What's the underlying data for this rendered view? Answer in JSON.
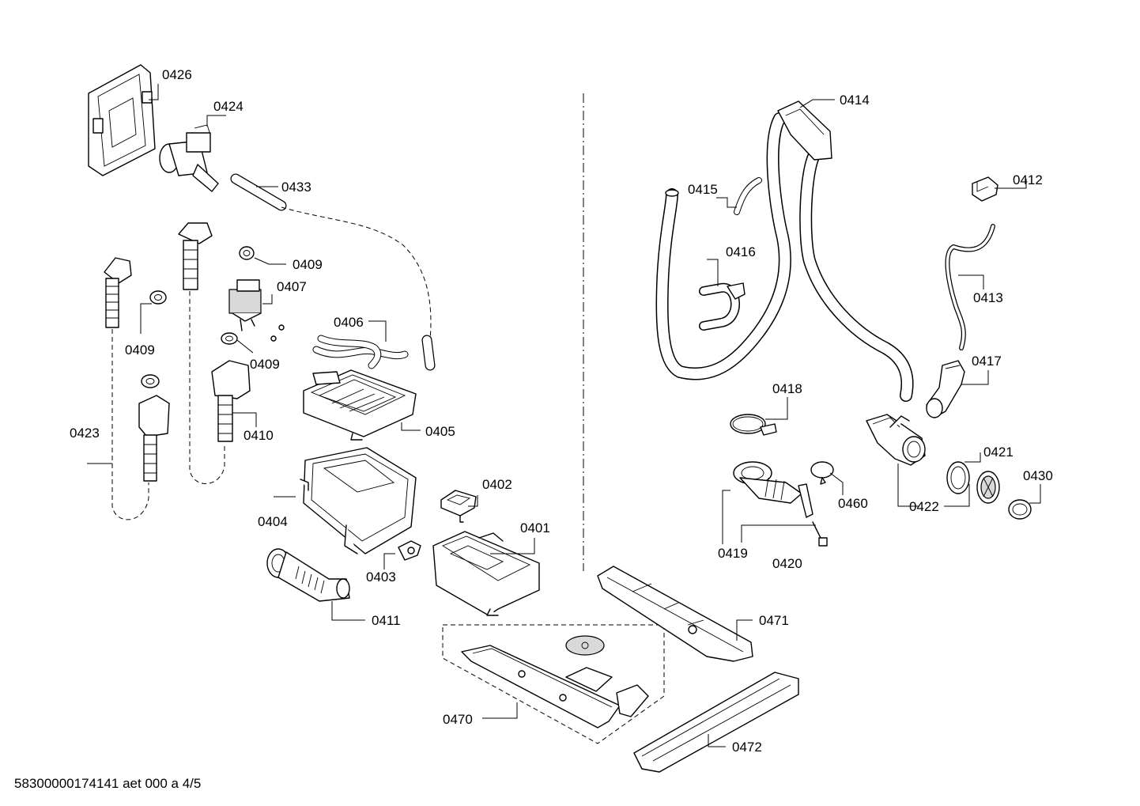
{
  "labels": {
    "p0426": "0426",
    "p0424": "0424",
    "p0433": "0433",
    "p0409a": "0409",
    "p0407": "0407",
    "p0409b": "0409",
    "p0409c": "0409",
    "p0406": "0406",
    "p0423": "0423",
    "p0410": "0410",
    "p0405": "0405",
    "p0402": "0402",
    "p0404": "0404",
    "p0401": "0401",
    "p0403": "0403",
    "p0411": "0411",
    "p0470": "0470",
    "p0471": "0471",
    "p0472": "0472",
    "p0414": "0414",
    "p0415": "0415",
    "p0412": "0412",
    "p0416": "0416",
    "p0413": "0413",
    "p0417": "0417",
    "p0418": "0418",
    "p0421": "0421",
    "p0430": "0430",
    "p0460": "0460",
    "p0422": "0422",
    "p0419": "0419",
    "p0420": "0420"
  },
  "footer": "58300000174141 aet 000 a 4/5"
}
